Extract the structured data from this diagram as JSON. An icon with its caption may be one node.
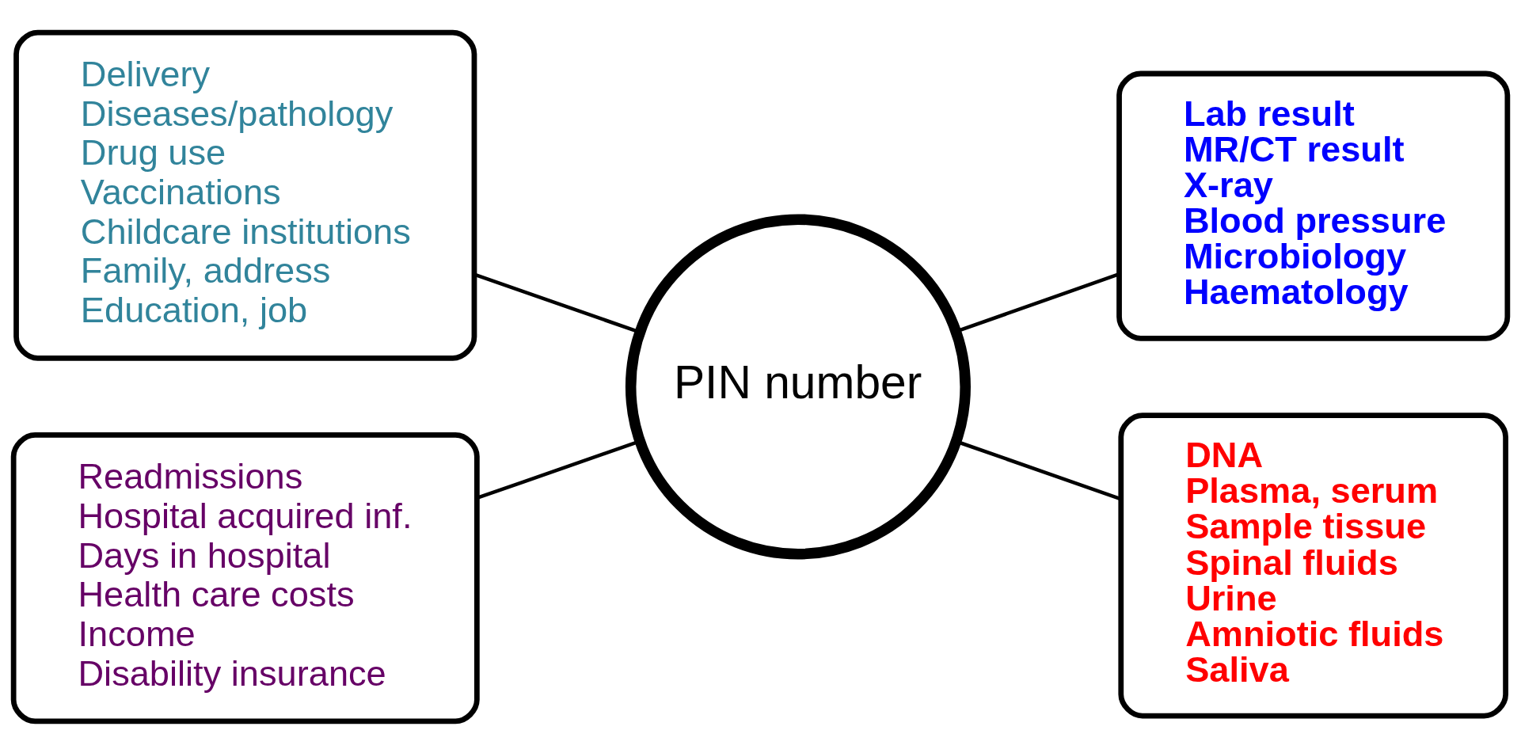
{
  "diagram": {
    "nodes": [
      {
        "text": [
          "Delivery",
          "Diseases/pathology",
          "Drug use",
          "Vaccinations",
          "Childcare institutions",
          "Family, address",
          "Education, job"
        ]
      },
      {
        "text": [
          "Lab result",
          "MR/CT result",
          "X-ray",
          "Blood pressure",
          "Microbiology",
          "Haematology"
        ]
      },
      {
        "text": [
          "PIN number"
        ]
      },
      {
        "text": [
          "Readmissions",
          "Hospital acquired inf.",
          "Days in hospital",
          "Health care costs",
          "Income",
          "Disability insurance"
        ]
      },
      {
        "text": [
          "DNA",
          "Plasma, serum",
          "Sample tissue",
          "Spinal fluids",
          "Urine",
          "Amniotic fluids",
          "Saliva"
        ]
      }
    ],
    "edges": [
      {
        "from": 0,
        "to": 2,
        "arrow": "none"
      },
      {
        "from": 2,
        "to": 1,
        "arrow": "none"
      },
      {
        "from": 3,
        "to": 2,
        "arrow": "none"
      },
      {
        "from": 2,
        "to": 4,
        "arrow": "none"
      }
    ]
  }
}
